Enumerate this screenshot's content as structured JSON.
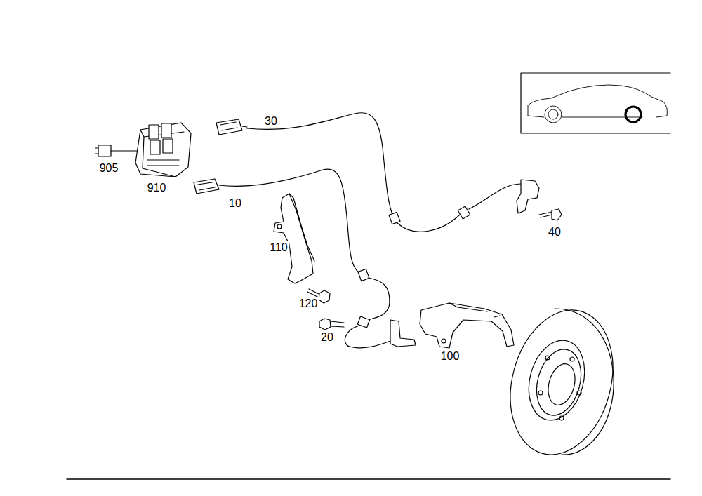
{
  "diagram": {
    "labels": [
      "30",
      "905",
      "910",
      "10",
      "40",
      "110",
      "120",
      "20",
      "100"
    ]
  }
}
